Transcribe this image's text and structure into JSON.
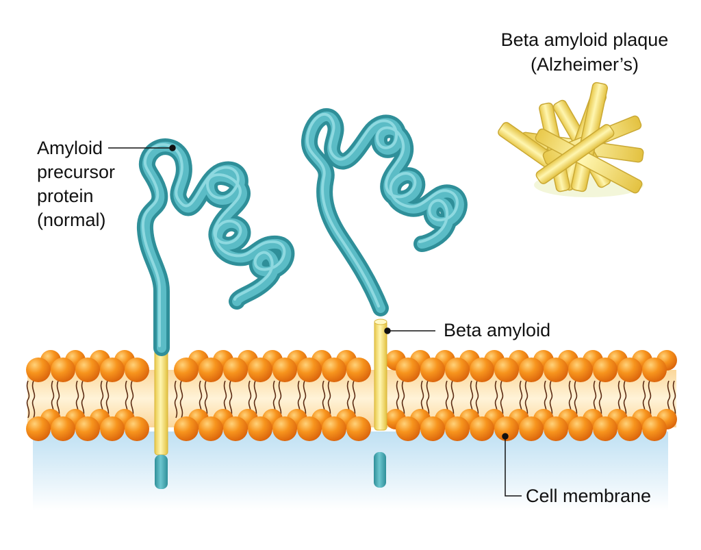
{
  "labels": {
    "app_line1": "Amyloid",
    "app_line2": "precursor",
    "app_line3": "protein",
    "app_line4": "(normal)",
    "beta_amyloid": "Beta amyloid",
    "plaque_line1": "Beta amyloid plaque",
    "plaque_line2": "(Alzheimer’s)",
    "cell_membrane": "Cell membrane"
  },
  "colors": {
    "protein": "#3aa2ad",
    "protein_highlight": "#7fd0d8",
    "beta_amyloid": "#f6e27a",
    "lipid_head": "#f08a1c",
    "lipid_head_highlight": "#ffc35a",
    "lipid_tail": "#5a2a12",
    "membrane_core": "#fbe3b5",
    "cytoplasm": "#d6ecf8"
  }
}
